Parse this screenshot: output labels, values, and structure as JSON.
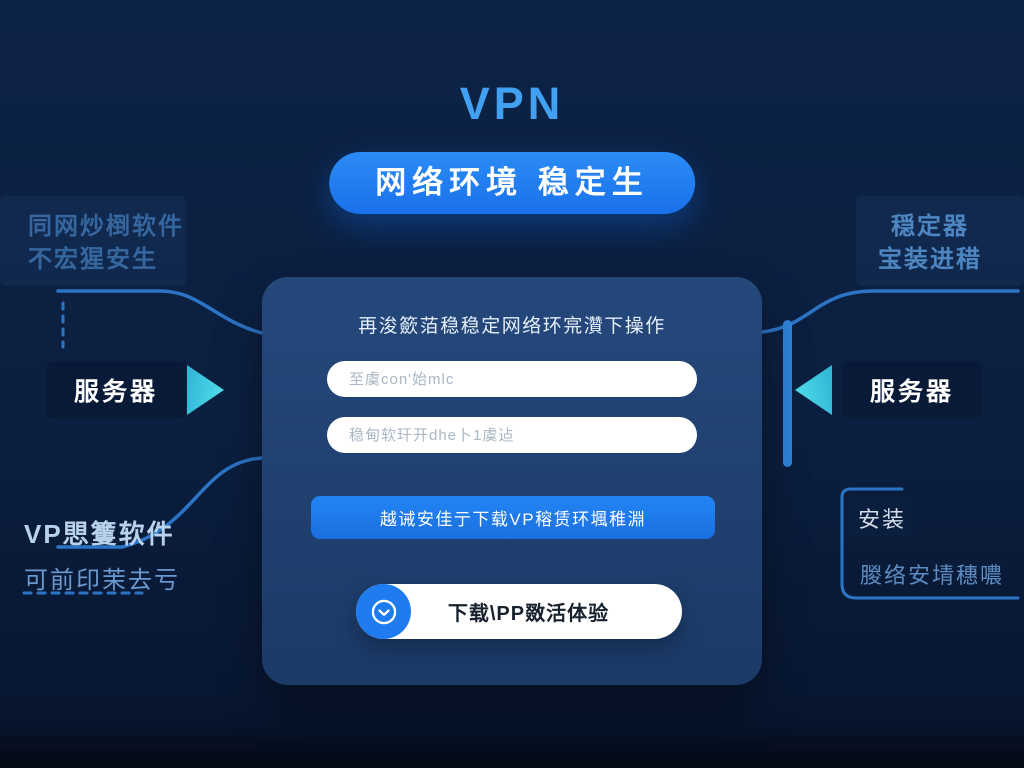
{
  "header": {
    "title": "VPN",
    "badge": "网络环境 稳定生"
  },
  "left_panel": {
    "top": {
      "line1": "同网炒椡软件",
      "line2": "不宏猩安生"
    },
    "server_label": "服务器",
    "bottom": {
      "line1": "VP愳籆软件",
      "line2": "可前印茉去亏"
    }
  },
  "right_panel": {
    "top": {
      "line1": "穏定器",
      "line2": "宝装进稓"
    },
    "server_label": "服务器",
    "bottom": {
      "line1": "安装",
      "line2": "朡络安埥穗噥"
    }
  },
  "card": {
    "title": "再浚籨萡稳稳定网络环宺灒下操作",
    "inputs": [
      {
        "placeholder": "至虞con'始mlc"
      },
      {
        "placeholder": "稳甸软玕开dhe卜1虞迠"
      }
    ],
    "primary_button_label": "越诫安佳亍下载VP穃赁环堸稚淵",
    "download_button_label": "下载\\PP敪活体验"
  },
  "icons": {
    "download_icon": "chevron-down-circle-icon",
    "left_arrow": "arrow-right-icon",
    "right_arrow": "arrow-left-icon"
  },
  "colors": {
    "background": "#0b1f40",
    "card": "#1e3c6b",
    "accent_blue": "#1f7cf0",
    "cyan": "#3ecde0",
    "title_blue": "#41a0f2",
    "connector": "#2c74c6"
  }
}
